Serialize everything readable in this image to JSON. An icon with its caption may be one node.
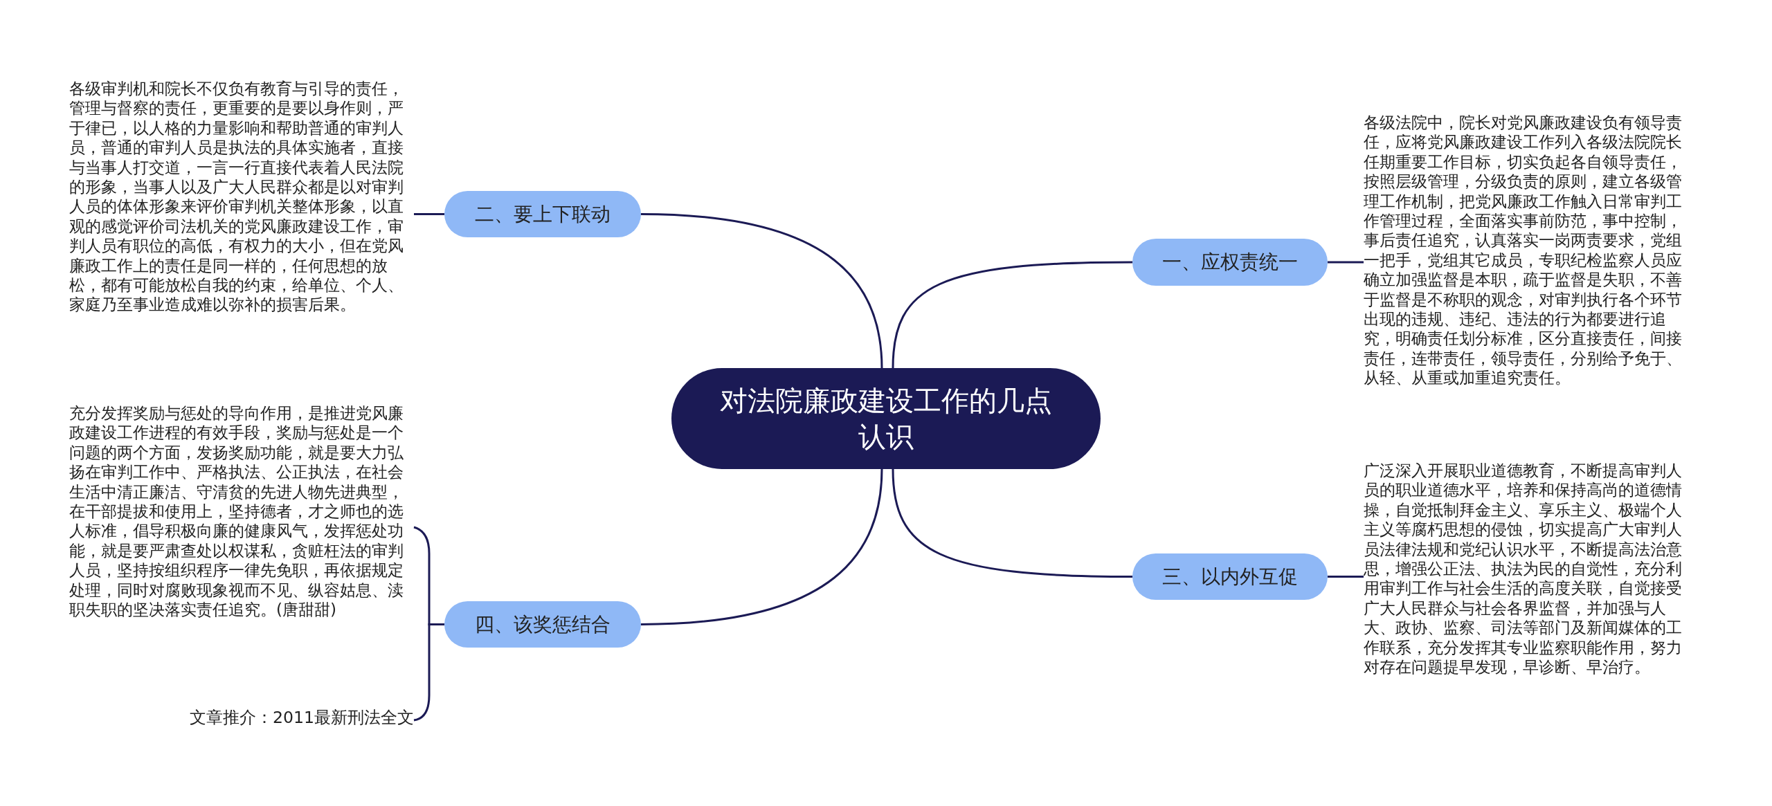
{
  "diagram": {
    "nodes": [
      {
        "text": [
          "对法院廉政建设工作的几点认识"
        ]
      },
      {
        "text": [
          "二、要上下联动"
        ]
      },
      {
        "text": [
          "各级审判机和院长不仅负有教育与引导的责任，管理与督察的责任，更重要的是要以身作则，严于律已，以人格的力量影响和帮助普通的审判人员，普通的审判人员是执法的具体实施者，直接与当事人打交道，一言一行直接代表着人民法院的形象，当事人以及广大人民群众都是以对审判人员的体体形象来评价审判机关整体形象，以直观的感觉评价司法机关的党风廉政建设工作，审判人员有职位的高低，有权力的大小，但在党风廉政工作上的责任是同一样的，任何思想的放松，都有可能放松自我的约束，给单位、个人、家庭乃至事业造成难以弥补的损害后果。"
        ]
      },
      {
        "text": [
          "一、应权责统一"
        ]
      },
      {
        "text": [
          "各级法院中，院长对党风廉政建设负有领导责任，应将党风廉政建设工作列入各级法院院长任期重要工作目标，切实负起各自领导责任，按照层级管理，分级负责的原则，建立各级管理工作机制，把党风廉政工作触入日常审判工作管理过程，全面落实事前防范，事中控制，事后责任追究，认真落实一岗两责要求，党组一把手，党组其它成员，专职纪检监察人员应确立加强监督是本职，疏于监督是失职，不善于监督是不称职的观念，对审判执行各个环节出现的违规、违纪、违法的行为都要进行追究，明确责任划分标准，区分直接责任，间接责任，连带责任，领导责任，分别给予免于、从轻、从重或加重追究责任。"
        ]
      },
      {
        "text": [
          "三、以内外互促"
        ]
      },
      {
        "text": [
          "广泛深入开展职业道德教育，不断提高审判人员的职业道德水平，培养和保持高尚的道德情操，自觉抵制拜金主义、享乐主义、极端个人主义等腐朽思想的侵蚀，切实提高广大审判人员法律法规和党纪认识水平，不断提高法治意思，增强公正法、执法为民的自觉性，充分利用审判工作与社会生活的高度关联，自觉接受广大人民群众与社会各界监督，并加强与人大、政协、监察、司法等部门及新闻媒体的工作联系，充分发挥其专业监察职能作用，努力对存在问题提早发现，早诊断、早治疗。"
        ]
      },
      {
        "text": [
          "四、该奖惩结合"
        ]
      },
      {
        "text": [
          "充分发挥奖励与惩处的导向作用，是推进党风廉政建设工作进程的有效手段，奖励与惩处是一个问题的两个方面，发扬奖励功能，就是要大力弘扬在审判工作中、严格执法、公正执法，在社会生活中清正廉洁、守清贫的先进人物先进典型，在干部提拔和使用上，坚持德者，才之师也的选人标准，倡导积极向廉的健康风气，发挥惩处功能，就是要严肃查处以权谋私，贪赃枉法的审判人员，坚持按组织程序一律先免职，再依据规定处理，同时对腐败现象视而不见、纵容姑息、渎职失职的坚决落实责任追究。(唐甜甜)"
        ]
      },
      {
        "text": [
          "文章推介：2011最新刑法全文"
        ]
      }
    ],
    "edges": [
      {
        "from": 0,
        "to": 1,
        "arrow": "none"
      },
      {
        "from": 1,
        "to": 2,
        "arrow": "none"
      },
      {
        "from": 0,
        "to": 3,
        "arrow": "none"
      },
      {
        "from": 3,
        "to": 4,
        "arrow": "none"
      },
      {
        "from": 0,
        "to": 5,
        "arrow": "none"
      },
      {
        "from": 5,
        "to": 6,
        "arrow": "none"
      },
      {
        "from": 0,
        "to": 7,
        "arrow": "none"
      },
      {
        "from": 7,
        "to": 8,
        "arrow": "none"
      },
      {
        "from": 7,
        "to": 9,
        "arrow": "none"
      }
    ]
  }
}
